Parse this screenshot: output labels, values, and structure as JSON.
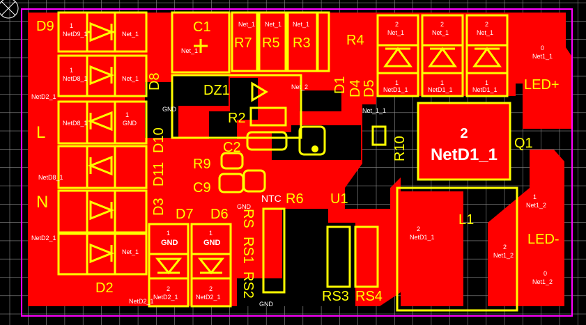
{
  "colors": {
    "background": "#000000",
    "grid": "#8f8f8f",
    "copper": "#ff0000",
    "silkscreen": "#ffff00",
    "net_text": "#ffffff",
    "outline": "#ff00ff"
  },
  "designators": {
    "D9": "D9",
    "C1": "C1",
    "R7": "R7",
    "R5": "R5",
    "R3": "R3",
    "R4": "R4",
    "D8": "D8",
    "DZ1": "DZ1",
    "D1": "D1",
    "D4": "D4",
    "D5": "D5",
    "LED_plus": "LED+",
    "L": "L",
    "R2": "R2",
    "D10": "D10",
    "C2": "C2",
    "R10": "R10",
    "Q1": "Q1",
    "D11": "D11",
    "R9": "R9",
    "C9": "C9",
    "NTC": "NTC",
    "R6": "R6",
    "U1": "U1",
    "N": "N",
    "D3": "D3",
    "D7": "D7",
    "D6": "D6",
    "L1": "L1",
    "RS": "RS",
    "RS1": "RS1",
    "RS2": "RS2",
    "LED_minus": "LED-",
    "D2": "D2",
    "RS3": "RS3",
    "RS4": "RS4"
  },
  "pads": {
    "d9_1": "1",
    "d9_net1": "NetD9_1",
    "d9_net2": "Net_1",
    "d8_1": "1",
    "d8_net1": "NetD8_1",
    "d8_net2": "Net_1",
    "d10_1": "1",
    "d10_net": "NetD8_1",
    "d10_gnd": "GND",
    "d2_net1": "NetD2_1",
    "d2_net2": "Net_1",
    "d1_top": "2",
    "d1_net1": "Net_1",
    "d1_bot": "1",
    "d1_net2": "NetD1_1",
    "d4_top": "2",
    "d4_net1": "Net_1",
    "d4_bot": "1",
    "d4_net2": "NetD1_1",
    "d5_top": "2",
    "d5_net1": "Net_1",
    "d5_bot": "1",
    "d5_net2": "NetD1_1",
    "q1_num": "2",
    "q1_net": "NetD1_1",
    "d7_top": "1",
    "d7_gnd": "GND",
    "d7_bot": "2",
    "d7_net": "NetD2_1",
    "d6_top": "1",
    "d6_gnd": "GND",
    "d6_bot": "2",
    "d6_net": "NetD2_1",
    "l1_num": "2",
    "l1_net": "NetD1_1",
    "l1_r_num": "2",
    "l1_r_net": "Net1_2",
    "ledp_num": "0",
    "ledp_net": "Net1_1",
    "ledm_num": "1",
    "ledm_net": "Net1_2",
    "ledm_b_num": "0",
    "ledm_b_net": "Net1_2",
    "c1_net": "Net_1",
    "gnd": "GND",
    "dz1_net": "Net_2",
    "u1_net": "Net_1_1",
    "rs_gnd": "GND",
    "ntc_gnd": "GND",
    "side_net": "NetD2_1",
    "side_net2": "NetD8_1",
    "side_d2": "NetD2_1",
    "bottom_net": "NetD2_1"
  }
}
